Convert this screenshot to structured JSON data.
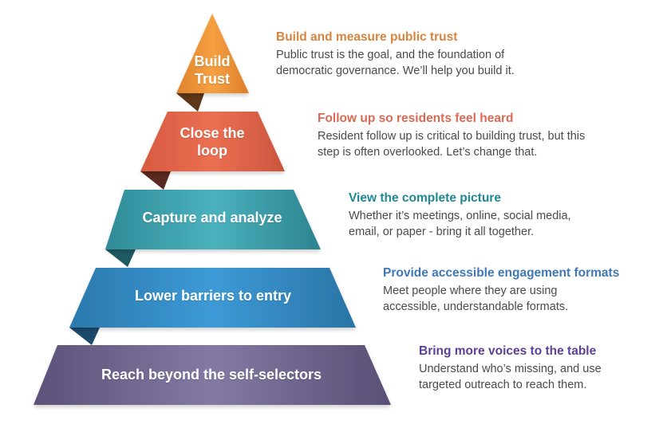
{
  "tiers": [
    {
      "label_line1": "Build",
      "label_line2": "Trust",
      "color": "#f0943a",
      "heading": "Build and measure public trust",
      "heading_color": "#d9833e",
      "desc_line1": "Public trust is the goal, and the foundation of",
      "desc_line2": "democratic governance. We’ll help you build it."
    },
    {
      "label_line1": "Close the",
      "label_line2": "loop",
      "color": "#e8694c",
      "heading": "Follow up so residents feel heard",
      "heading_color": "#d96a55",
      "desc_line1": "Resident follow up is critical to building trust, but this",
      "desc_line2": "step is often overlooked. Let’s change that."
    },
    {
      "label": "Capture and analyze",
      "color": "#45aab6",
      "heading": "View the complete picture",
      "heading_color": "#1f8893",
      "desc_line1": "Whether it’s meetings, online, social media,",
      "desc_line2": "email, or paper - bring it all together."
    },
    {
      "label": "Lower barriers to entry",
      "color": "#3a95d1",
      "heading": "Provide accessible engagement formats",
      "heading_color": "#3f78b8",
      "desc_line1": "Meet people where they are using",
      "desc_line2": "accessible, understandable formats."
    },
    {
      "label": "Reach beyond the self-selectors",
      "color": "#7c6e9c",
      "heading": "Bring more voices to the table",
      "heading_color": "#5d3f96",
      "desc_line1": "Understand who’s missing, and use",
      "desc_line2": "targeted outreach to reach them."
    }
  ]
}
